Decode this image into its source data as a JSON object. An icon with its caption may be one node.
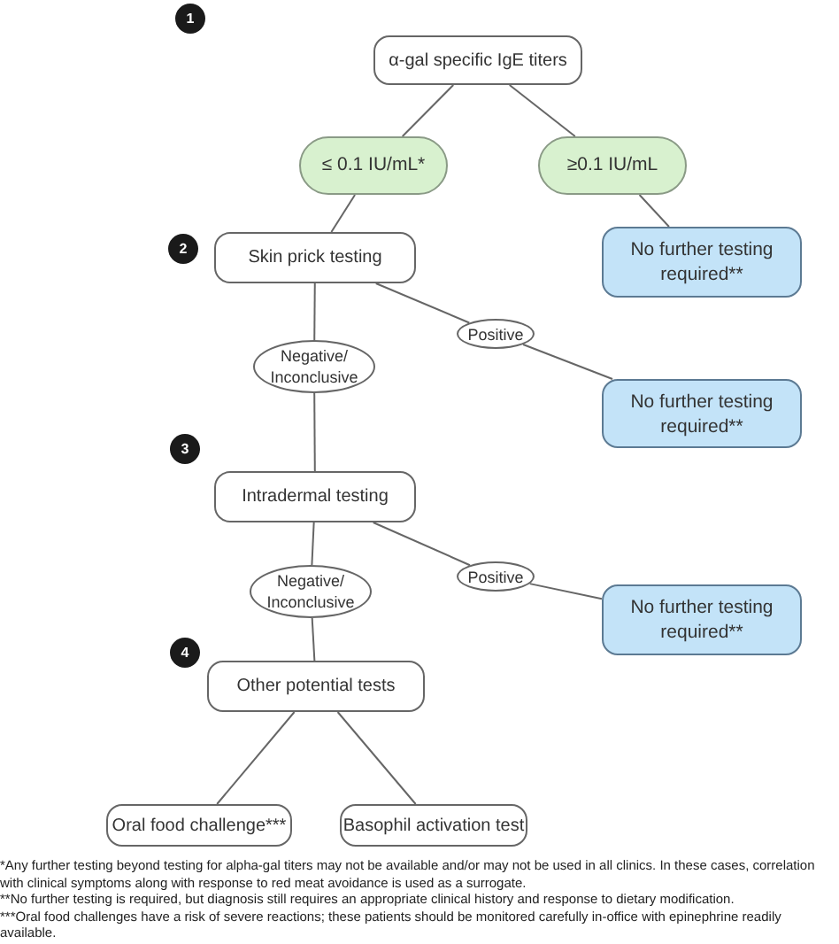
{
  "diagram": {
    "nodes": [
      {
        "text": [
          "1"
        ]
      },
      {
        "text": [
          "α-gal specific IgE titers"
        ]
      },
      {
        "text": [
          "≤ 0.1 IU/mL*"
        ]
      },
      {
        "text": [
          "≥0.1 IU/mL"
        ]
      },
      {
        "text": [
          "2"
        ]
      },
      {
        "text": [
          "Skin prick testing"
        ]
      },
      {
        "text": [
          "No further testing required**"
        ]
      },
      {
        "text": [
          "Positive"
        ]
      },
      {
        "text": [
          "Negative/ Inconclusive"
        ]
      },
      {
        "text": [
          "No further testing required**"
        ]
      },
      {
        "text": [
          "3"
        ]
      },
      {
        "text": [
          "Intradermal testing"
        ]
      },
      {
        "text": [
          "Positive"
        ]
      },
      {
        "text": [
          "Negative/ Inconclusive"
        ]
      },
      {
        "text": [
          "No further testing required**"
        ]
      },
      {
        "text": [
          "4"
        ]
      },
      {
        "text": [
          "Other potential tests"
        ]
      },
      {
        "text": [
          "Oral food challenge***"
        ]
      },
      {
        "text": [
          "Basophil activation test"
        ]
      }
    ],
    "edges": [
      {
        "from": 1,
        "to": 2,
        "arrow": "none"
      },
      {
        "from": 1,
        "to": 3,
        "arrow": "none"
      },
      {
        "from": 2,
        "to": 5,
        "arrow": "none"
      },
      {
        "from": 3,
        "to": 6,
        "arrow": "none"
      },
      {
        "from": 5,
        "to": 7,
        "arrow": "none"
      },
      {
        "from": 7,
        "to": 9,
        "arrow": "none"
      },
      {
        "from": 5,
        "to": 8,
        "arrow": "none"
      },
      {
        "from": 8,
        "to": 11,
        "arrow": "none"
      },
      {
        "from": 11,
        "to": 12,
        "arrow": "none"
      },
      {
        "from": 12,
        "to": 14,
        "arrow": "none"
      },
      {
        "from": 11,
        "to": 13,
        "arrow": "none"
      },
      {
        "from": 13,
        "to": 16,
        "arrow": "none"
      },
      {
        "from": 16,
        "to": 17,
        "arrow": "none"
      },
      {
        "from": 16,
        "to": 18,
        "arrow": "none"
      }
    ],
    "labels": [
      "*Any further testing beyond testing for alpha-gal titers may not be available and/or may not be used in all clinics. In these cases, correlation with clinical symptoms along with response to red meat avoidance is used as a surrogate.",
      "**No further testing is required, but diagnosis still requires an appropriate clinical history and response to dietary modification.",
      "***Oral food challenges have a risk of severe reactions; these patients should be monitored carefully in-office with epinephrine readily available."
    ]
  }
}
